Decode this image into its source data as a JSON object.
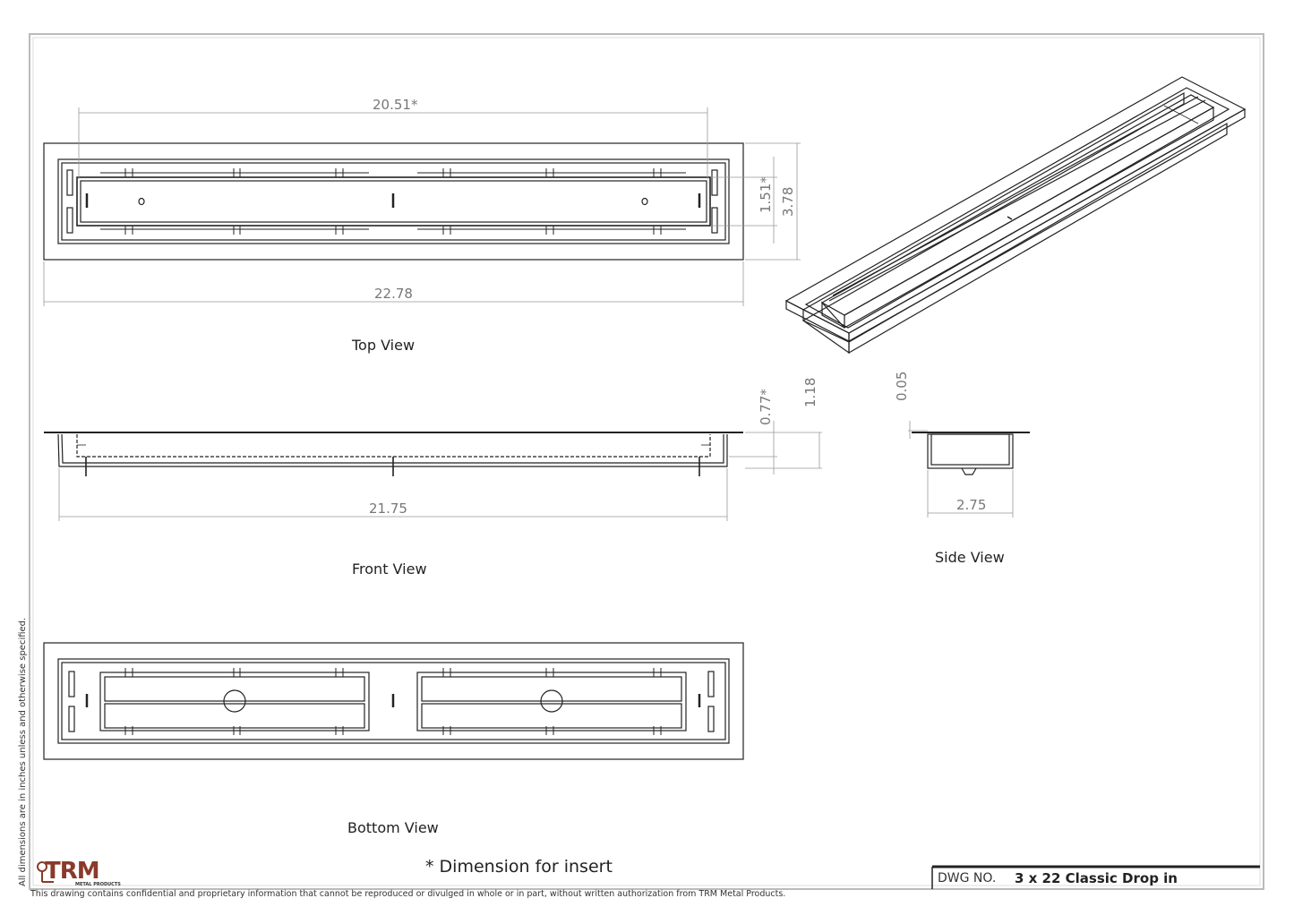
{
  "views": {
    "top": "Top View",
    "front": "Front View",
    "side": "Side View",
    "bottom": "Bottom View"
  },
  "dimensions": {
    "top_inner_length": "20.51*",
    "top_overall_length": "22.78",
    "top_inner_width": "1.51*",
    "top_overall_width": "3.78",
    "front_inner_depth": "0.77*",
    "front_overall_depth": "1.18",
    "front_body_length": "21.75",
    "side_flange_thickness": "0.05",
    "side_body_width": "2.75"
  },
  "note": "* Dimension for insert",
  "side_note": "All dimensions are in inches unless and otherwise specified.",
  "footer": "This drawing contains confidential and proprietary information that cannot be reproduced or divulged in whole or in part, without written authorization from TRM Metal Products.",
  "title_block": {
    "key": "DWG NO.",
    "value": "3 x 22 Classic Drop in"
  },
  "logo": {
    "name": "TRM",
    "tagline": "METAL PRODUCTS"
  }
}
